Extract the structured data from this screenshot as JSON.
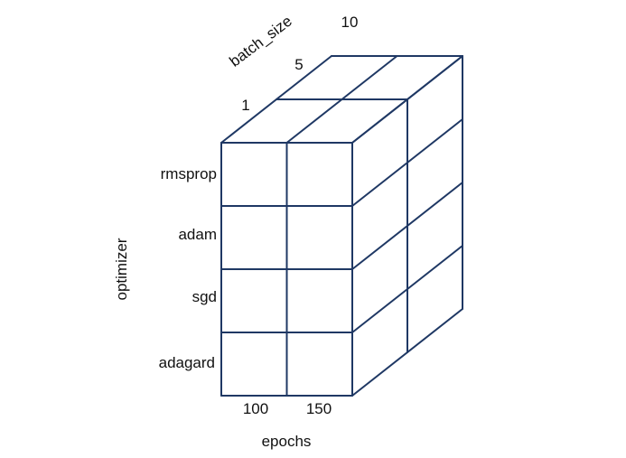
{
  "diagram": {
    "axes": {
      "optimizer": {
        "title": "optimizer",
        "values": [
          "rmsprop",
          "adam",
          "sgd",
          "adagard"
        ]
      },
      "epochs": {
        "title": "epochs",
        "values": [
          "100",
          "150"
        ]
      },
      "batch_size": {
        "title": "batch_size",
        "values": [
          "1",
          "5",
          "10"
        ]
      }
    },
    "colors": {
      "grid_line": "#1f3864",
      "text": "#111111",
      "background": "#ffffff"
    }
  }
}
